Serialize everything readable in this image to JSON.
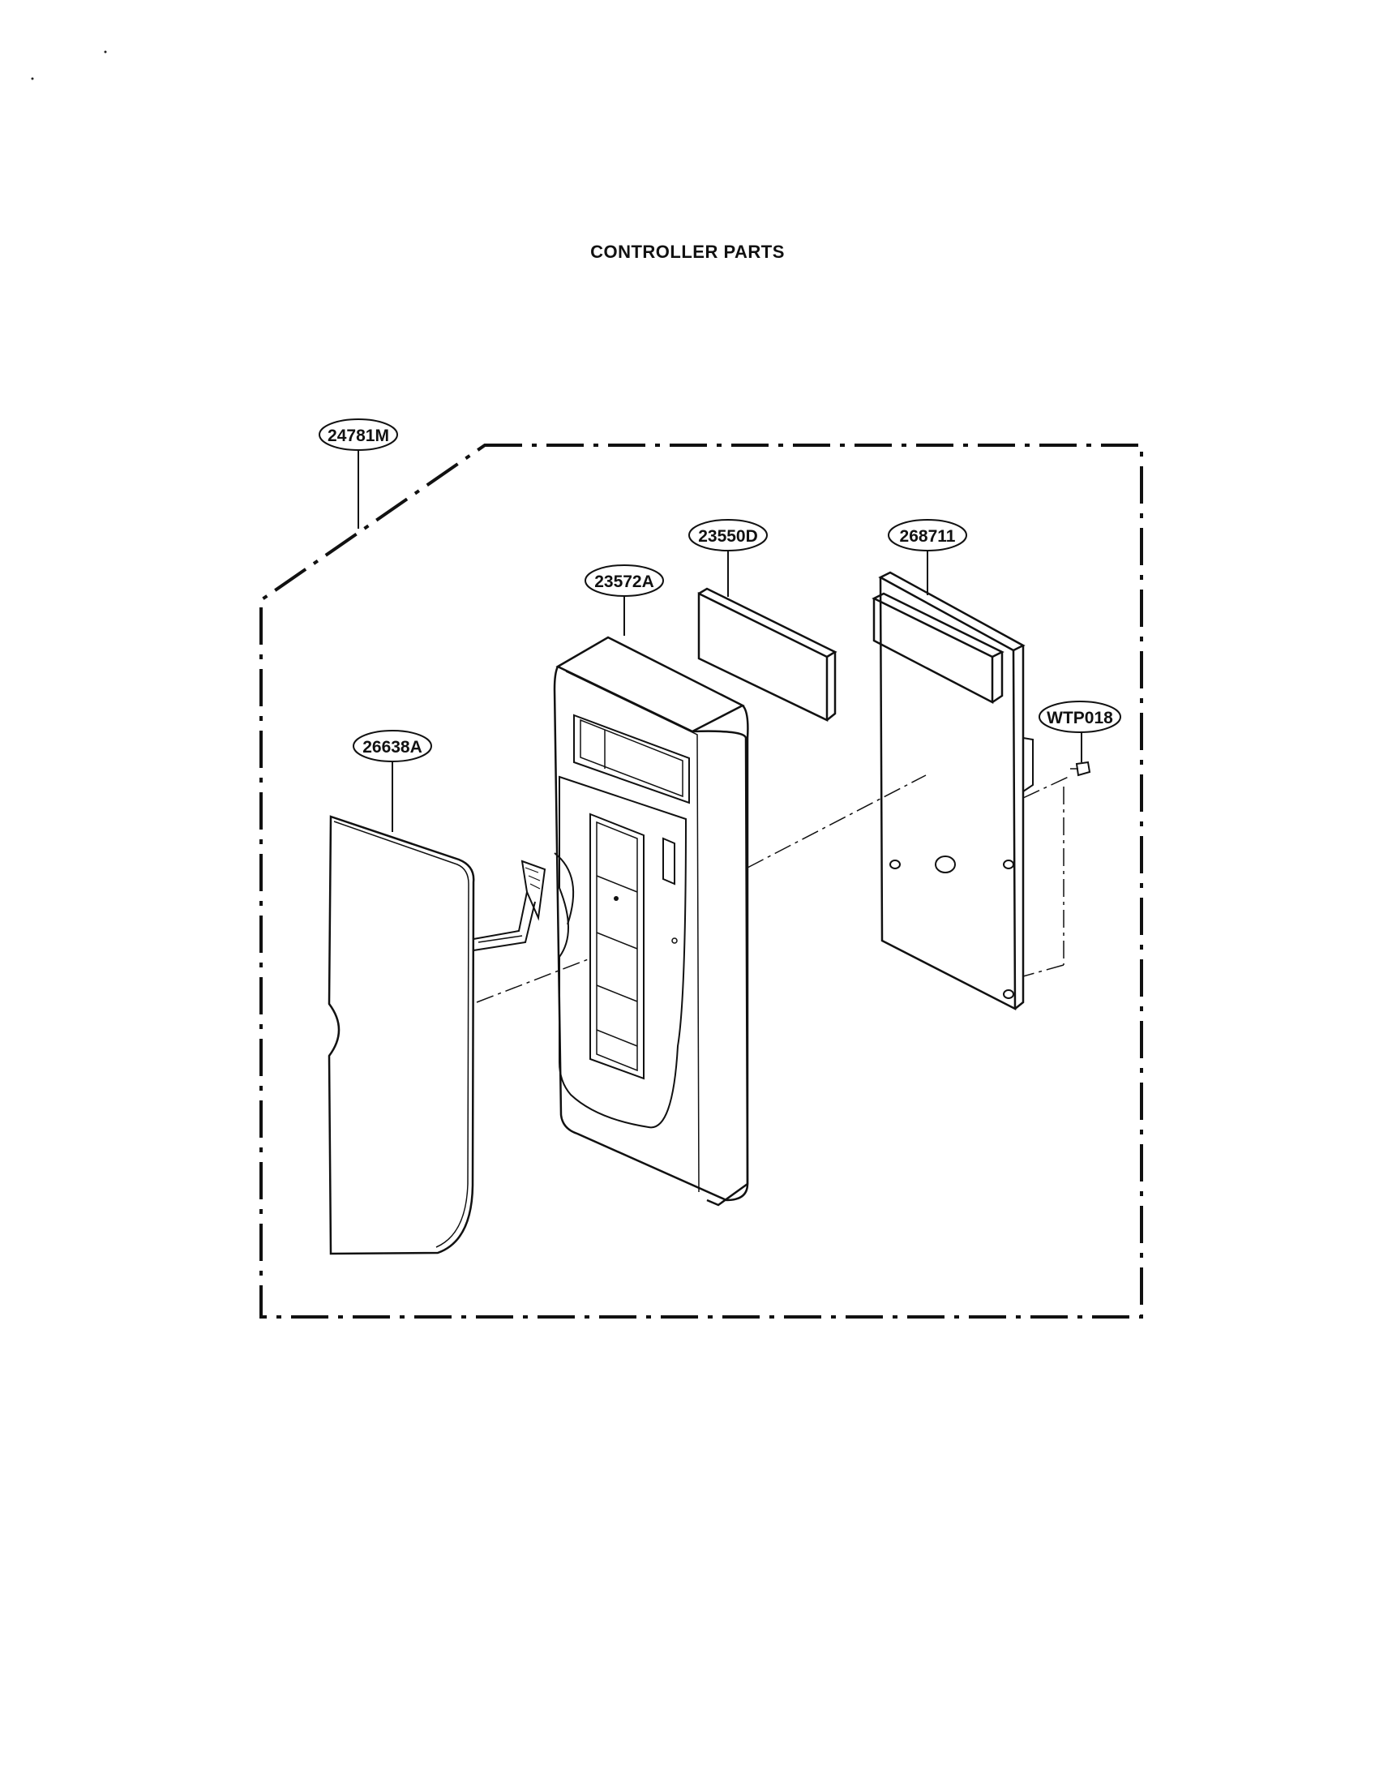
{
  "title": "CONTROLLER PARTS",
  "parts": {
    "assembly": "24781M",
    "control_panel": "23572A",
    "window": "23550D",
    "pcb": "268711",
    "screw": "WTP018",
    "membrane": "26638A"
  }
}
